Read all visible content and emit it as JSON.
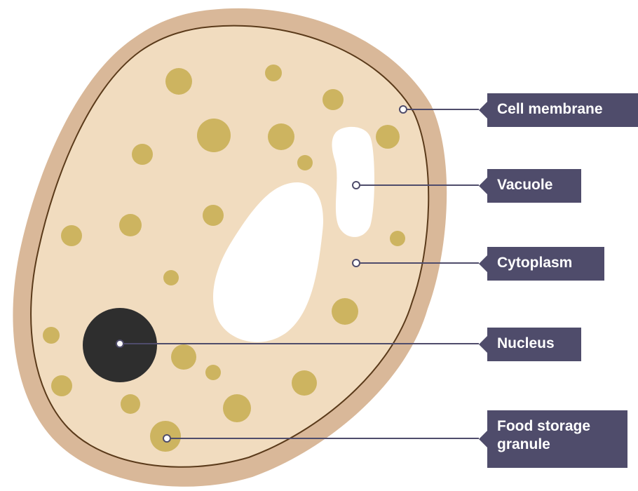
{
  "colors": {
    "cell_wall": "#d9b899",
    "cell_outline": "#5a3a1a",
    "cytoplasm": "#f1dcbf",
    "granule": "#cdb460",
    "nucleus": "#2e2e2e",
    "vacuole": "#ffffff",
    "label_bg": "#4f4c6b",
    "label_text": "#ffffff",
    "leader_line": "#4f4c6b"
  },
  "labels": [
    {
      "id": "cell-membrane",
      "text": "Cell membrane"
    },
    {
      "id": "vacuole",
      "text": "Vacuole"
    },
    {
      "id": "cytoplasm",
      "text": "Cytoplasm"
    },
    {
      "id": "nucleus",
      "text": "Nucleus"
    },
    {
      "id": "food-storage-granule",
      "text": "Food storage\ngranule"
    }
  ]
}
